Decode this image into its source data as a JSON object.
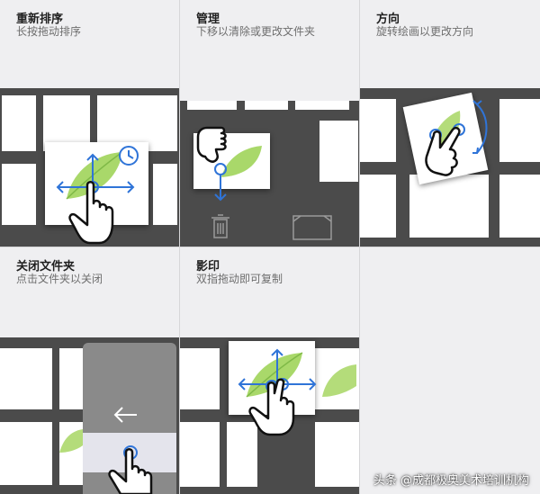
{
  "panels": [
    {
      "title": "重新排序",
      "subtitle": "长按拖动排序"
    },
    {
      "title": "管理",
      "subtitle": "下移以清除或更改文件夹"
    },
    {
      "title": "方向",
      "subtitle": "旋转绘画以更改方向"
    },
    {
      "title": "关闭文件夹",
      "subtitle": "点击文件夹以关闭"
    },
    {
      "title": "影印",
      "subtitle": "双指拖动即可复制"
    }
  ],
  "watermark": "头条 @成都极奥美术培训机构",
  "colors": {
    "panel_bg": "#efeff1",
    "demo_bg": "#4b4b4b",
    "accent_blue": "#2f74d8",
    "folder_gray": "#8a8a8a",
    "highlight": "#e4e4ec"
  },
  "icons": [
    "hand-pointer-icon",
    "arrow-icon",
    "clock-icon",
    "trash-icon",
    "folder-tray-icon",
    "rotate-icon",
    "back-arrow-icon",
    "leaf-artwork"
  ]
}
